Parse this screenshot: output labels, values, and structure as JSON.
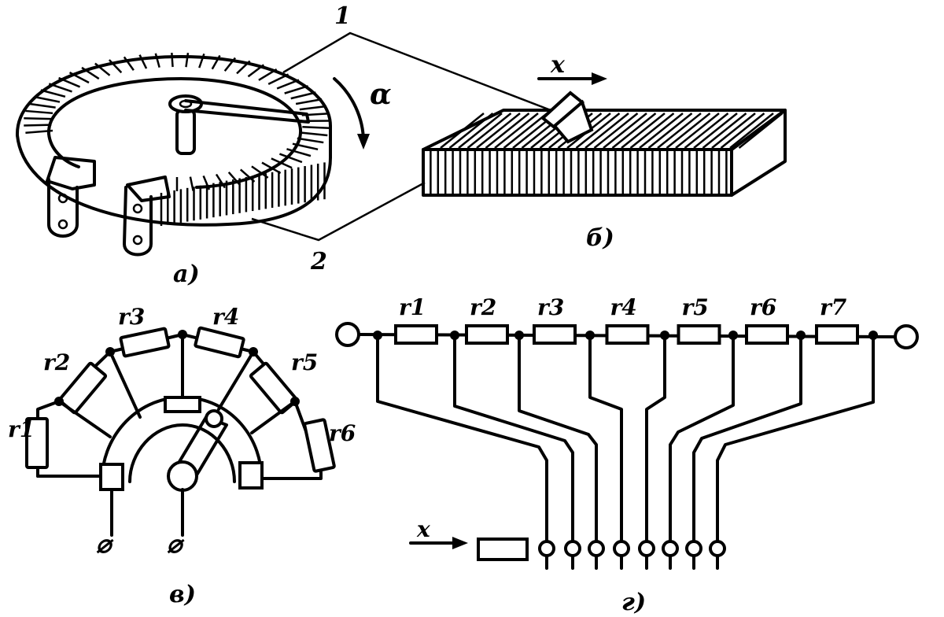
{
  "labels": {
    "callout_1": "1",
    "callout_2": "2",
    "alpha": "α",
    "x_top": "x",
    "x_bottom": "x",
    "fig_a": "a)",
    "fig_b": "б)",
    "fig_v": "в)",
    "fig_g": "г)"
  },
  "radial_resistors": [
    "r1",
    "r2",
    "r3",
    "r4",
    "r5",
    "r6"
  ],
  "linear_resistors": [
    "r1",
    "r2",
    "r3",
    "r4",
    "r5",
    "r6",
    "r7"
  ],
  "terminal_symbols": [
    "⌀",
    "⌀"
  ]
}
